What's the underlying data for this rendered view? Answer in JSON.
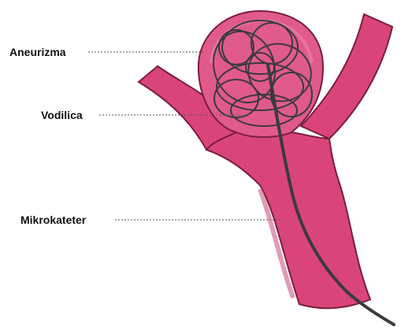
{
  "labels": {
    "aneurysm": "Aneurizma",
    "guidewire": "Vodilica",
    "microcatheter": "Mikrokateter"
  },
  "colors": {
    "vessel_fill": "#d9457a",
    "vessel_outline": "#7a1d3e",
    "aneurysm_inner": "#e05a8c",
    "coil": "#3b3b3b",
    "leader_line": "#555555",
    "background": "#ffffff"
  }
}
